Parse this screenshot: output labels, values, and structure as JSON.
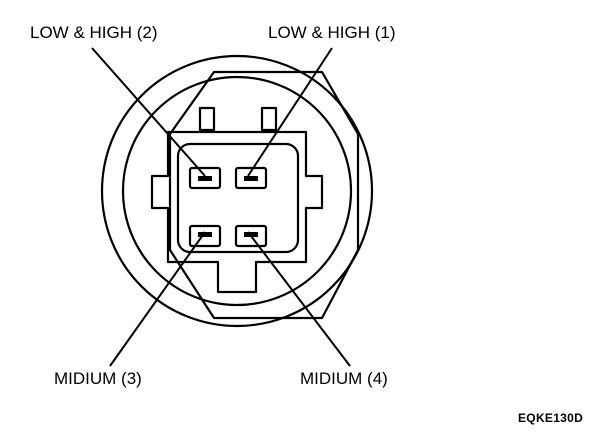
{
  "labels": {
    "top_left": "LOW & HIGH (2)",
    "top_right": "LOW & HIGH (1)",
    "bottom_left": "MIDIUM (3)",
    "bottom_right": "MIDIUM (4)"
  },
  "figure_code": "EQKE130D"
}
